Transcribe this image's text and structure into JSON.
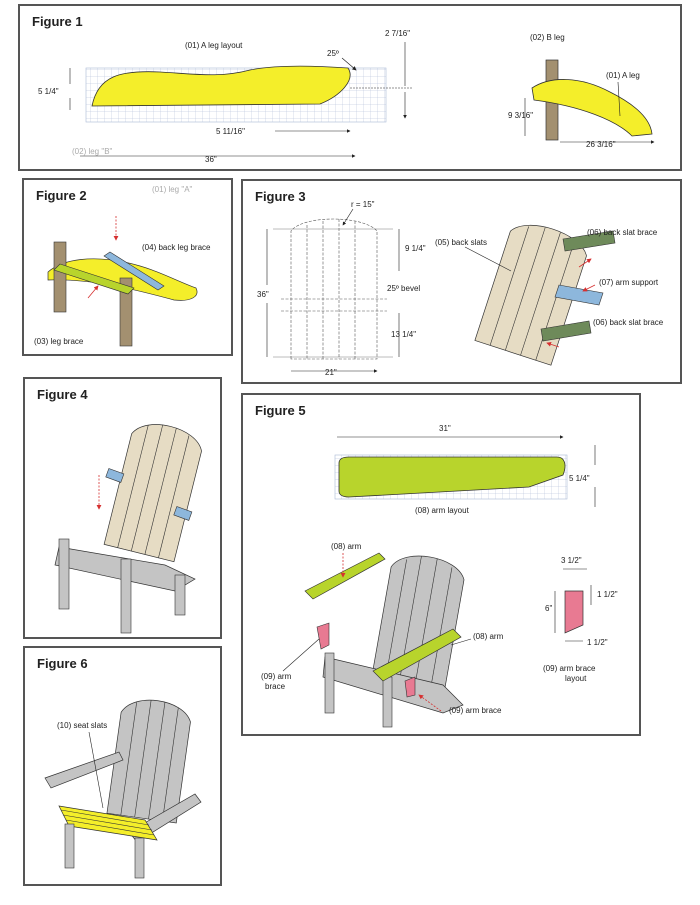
{
  "figures": {
    "fig1": {
      "title": "Figure 1",
      "a_leg_layout": "(01) A leg layout",
      "angle_25": "25º",
      "dim_2_7_16": "2 7/16\"",
      "dim_5_1_4": "5 1/4\"",
      "dim_5_11_16": "5 11/16\"",
      "dim_36": "36\"",
      "mirror_b": "(02) leg \"B\"",
      "b_leg": "(02) B leg",
      "a_leg": "(01) A leg",
      "dim_9_3_16": "9 3/16\"",
      "dim_26_3_16": "26 3/16\""
    },
    "fig2": {
      "title": "Figure 2",
      "mirror_a": "(01) leg \"A\"",
      "back_leg_brace": "(04) back leg brace",
      "leg_brace": "(03) leg brace"
    },
    "fig3": {
      "title": "Figure 3",
      "r15": "r = 15\"",
      "dim_9_1_4": "9 1/4\"",
      "bevel": "25º bevel",
      "dim_36": "36\"",
      "dim_13_1_4": "13 1/4\"",
      "dim_21": "21\"",
      "back_slats": "(05) back slats",
      "back_slat_brace_top": "(06) back slat brace",
      "arm_support": "(07) arm support",
      "back_slat_brace_bottom": "(06) back slat brace"
    },
    "fig4": {
      "title": "Figure 4"
    },
    "fig5": {
      "title": "Figure 5",
      "dim_31": "31\"",
      "dim_5_1_4": "5 1/4\"",
      "arm_layout": "(08) arm layout",
      "arm_top": "(08) arm",
      "arm_right": "(08) arm",
      "arm_brace_left_1": "(09) arm",
      "arm_brace_left_2": "brace",
      "arm_brace_bottom": "(09) arm brace",
      "dim_3_1_2": "3 1/2\"",
      "dim_1_1_2_a": "1 1/2\"",
      "dim_6": "6\"",
      "dim_1_1_2_b": "1 1/2\"",
      "brace_layout_1": "(09) arm brace",
      "brace_layout_2": "layout"
    },
    "fig6": {
      "title": "Figure 6",
      "seat_slats": "(10) seat slats"
    }
  },
  "colors": {
    "yellow": "#f4ee2a",
    "lime": "#b8d42c",
    "tan": "#e6dcc4",
    "wood_brown": "#a39070",
    "gray": "#c4c4c4",
    "blue": "#8db7dc",
    "green_brace": "#6e8a5a",
    "pink": "#e87a92",
    "red_arrow": "#d63030",
    "grid": "#a9b8d6"
  }
}
